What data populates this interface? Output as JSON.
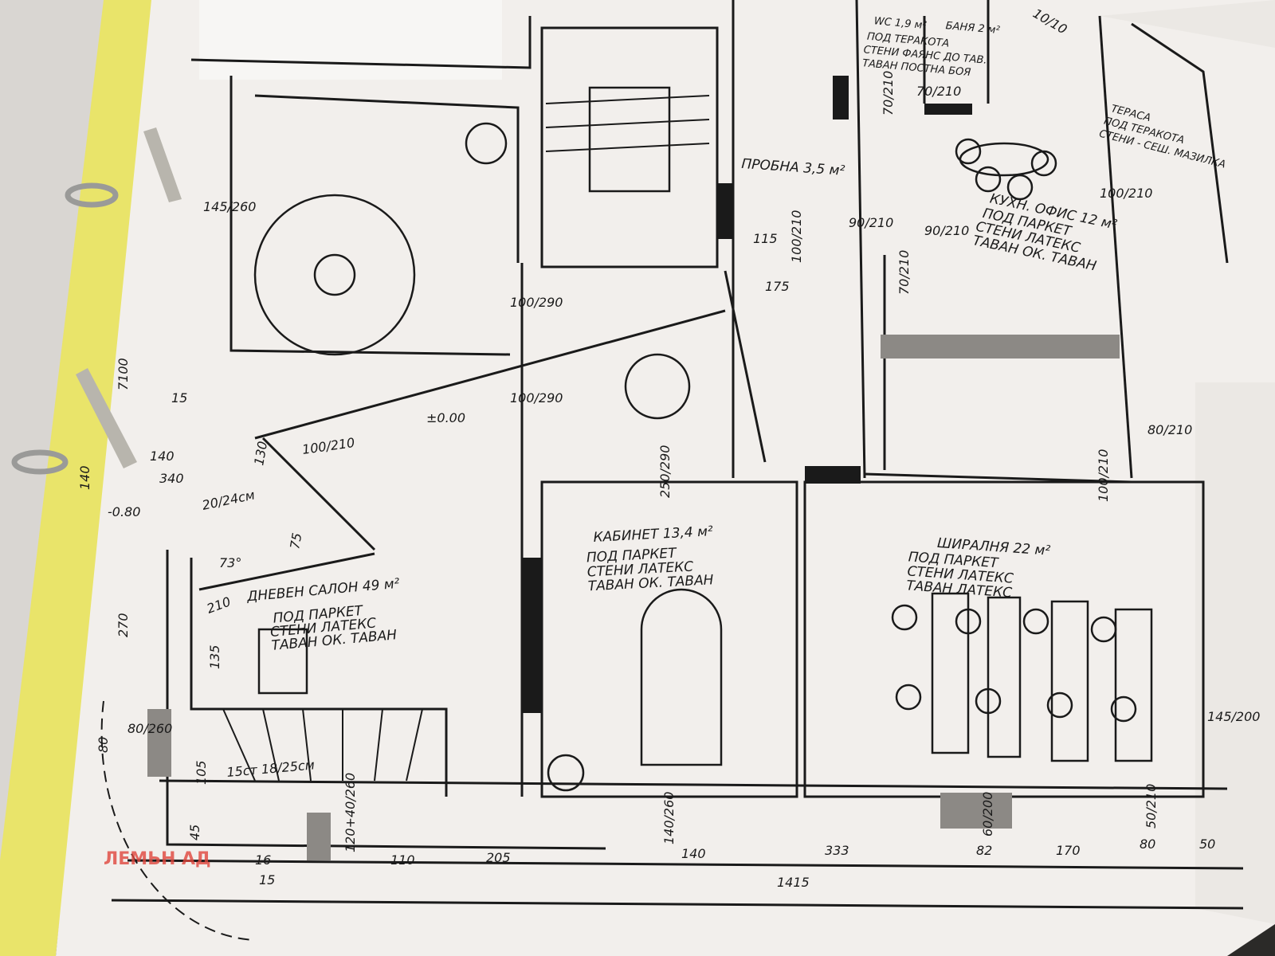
{
  "colors": {
    "paper": "#f2efec",
    "binder": "#e9e46a",
    "ink": "#1a1a1a",
    "watermark": "#e0463c"
  },
  "watermark": "ЛЕМЬН АД",
  "rooms": {
    "salon": {
      "name": "ДНЕВЕН САЛОН 49 м²",
      "floor": "ПОД  ПАРКЕТ",
      "walls": "СТЕНИ  ЛАТЕКС",
      "ceiling": "ТАВАН  ОК. ТАВАН"
    },
    "cabinet": {
      "name": "КАБИНЕТ  13,4 м²",
      "floor": "ПОД  ПАРКЕТ",
      "walls": "СТЕНИ  ЛАТЕКС",
      "ceiling": "ТАВАН  ОК. ТАВАН"
    },
    "wardrobe": {
      "name": "ШИРАЛНЯ  22 м²",
      "floor": "ПОД  ПАРКЕТ",
      "walls": "СТЕНИ  ЛАТЕКС",
      "ceiling": "ТАВАН  ЛАТЕКС"
    },
    "kitchen": {
      "name": "КУХН. ОФИС 12 м²",
      "floor": "ПОД  ПАРКЕТ",
      "walls": "СТЕНИ  ЛАТЕКС",
      "ceiling": "ТАВАН  ОК. ТАВАН"
    },
    "terrace": {
      "name": "ТЕРАСА",
      "floor": "ПОД  ТЕРАКОТА",
      "walls": "СТЕНИ - СЕШ. МАЗИЛКА"
    },
    "wc": {
      "name": "WC 1,9 м²",
      "bath": "БАНЯ 2 м²",
      "floor": "ПОД  ТЕРАКОТА",
      "walls": "СТЕНИ  ФАЯНС ДО ТАВ.",
      "ceiling": "ТАВАН  ПОСТНА БОЯ"
    },
    "pantry": {
      "name": "ПРОБНА 3,5 м²"
    }
  },
  "dimensions": {
    "d145_260": "145/260",
    "d7100": "7100",
    "d100_290a": "100/290",
    "d100_290b": "100/290",
    "d100_210": "100/210",
    "level0": "±0.00",
    "level_m080": "-0.80",
    "d15": "15",
    "d140": "140",
    "d340": "340",
    "d140b": "140",
    "d20_24": "20/24см",
    "d75": "75",
    "d73": "73°",
    "d130": "130",
    "d210": "210",
    "d270": "270",
    "d135": "135",
    "d80_260": "80/260",
    "d80": "80",
    "d15ct": "15ст 18/25см",
    "d105": "105",
    "d45": "45",
    "d120_40": "120+40/260",
    "d250_290": "250/290",
    "d140_260": "140/260",
    "d90_210a": "90/210",
    "d90_210b": "90/210",
    "d70_210a": "70/210",
    "d70_210b": "70/210",
    "d70_210c": "70/210",
    "d100_210b": "100/210",
    "d175": "175",
    "d115": "115",
    "d100_210c": "100/210",
    "d10_10": "10/10",
    "d80_210": "80/210",
    "d100_210d": "100/210",
    "d145_200": "145/200",
    "d60_200": "60/200",
    "d50_210": "50/210",
    "b110": "110",
    "b205": "205",
    "b140": "140",
    "b333": "333",
    "b82": "82",
    "b170": "170",
    "b80": "80",
    "b50": "50",
    "total": "1415",
    "b16": "16",
    "b15": "15"
  }
}
